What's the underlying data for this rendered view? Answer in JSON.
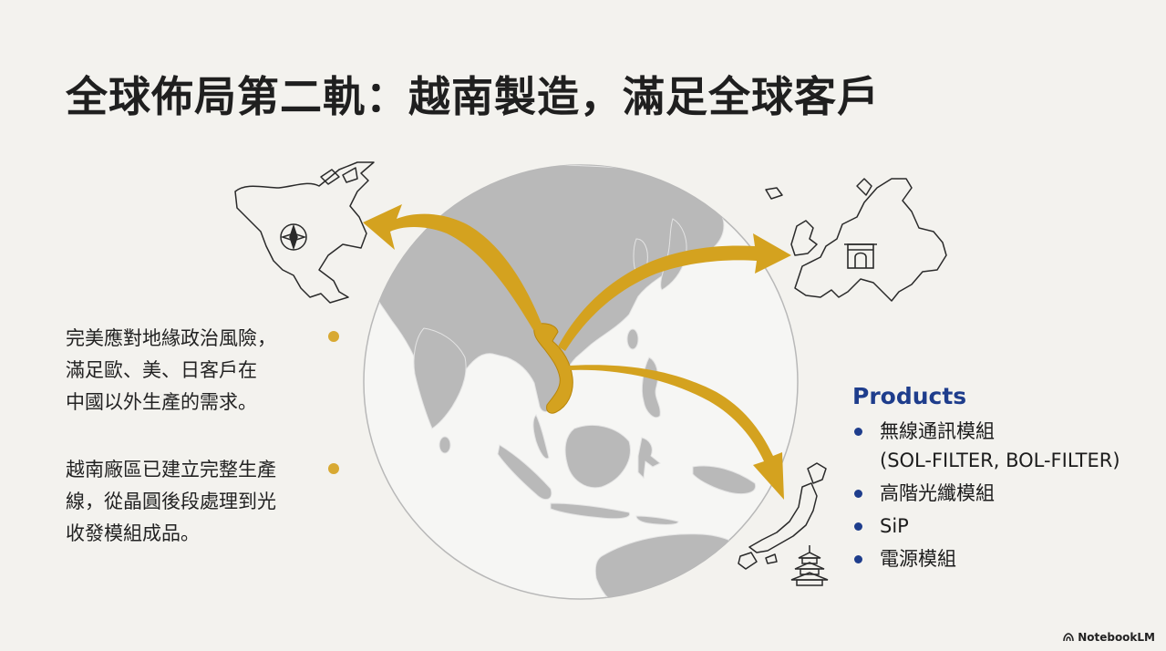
{
  "title": "全球佈局第二軌：越南製造，滿足全球客戶",
  "notes": [
    {
      "lines": [
        "完美應對地緣政治風險，",
        "滿足歐、美、日客戶在",
        "中國以外生產的需求。"
      ]
    },
    {
      "lines": [
        "越南廠區已建立完整生產",
        "線，從晶圓後段處理到光",
        "收發模組成品。"
      ]
    }
  ],
  "products": {
    "heading": "Products",
    "items": [
      {
        "lines": [
          "無線通訊模組",
          "(SOL-FILTER, BOL-FILTER)"
        ]
      },
      {
        "lines": [
          "高階光纖模組"
        ]
      },
      {
        "lines": [
          "SiP"
        ]
      },
      {
        "lines": [
          "電源模組"
        ]
      }
    ]
  },
  "map": {
    "origin": "Vietnam",
    "destinations": [
      "North America",
      "Europe",
      "Japan"
    ],
    "landmark_icons": [
      "compass-icon",
      "arch-landmark-icon",
      "pagoda-icon"
    ]
  },
  "colors": {
    "arrow": "#d4a21f",
    "globe_land": "#b9b9b9",
    "highlight": "#d4a21f",
    "products_heading": "#1e3d8c",
    "bullet": "#1e3d8c"
  },
  "brand": "NotebookLM"
}
